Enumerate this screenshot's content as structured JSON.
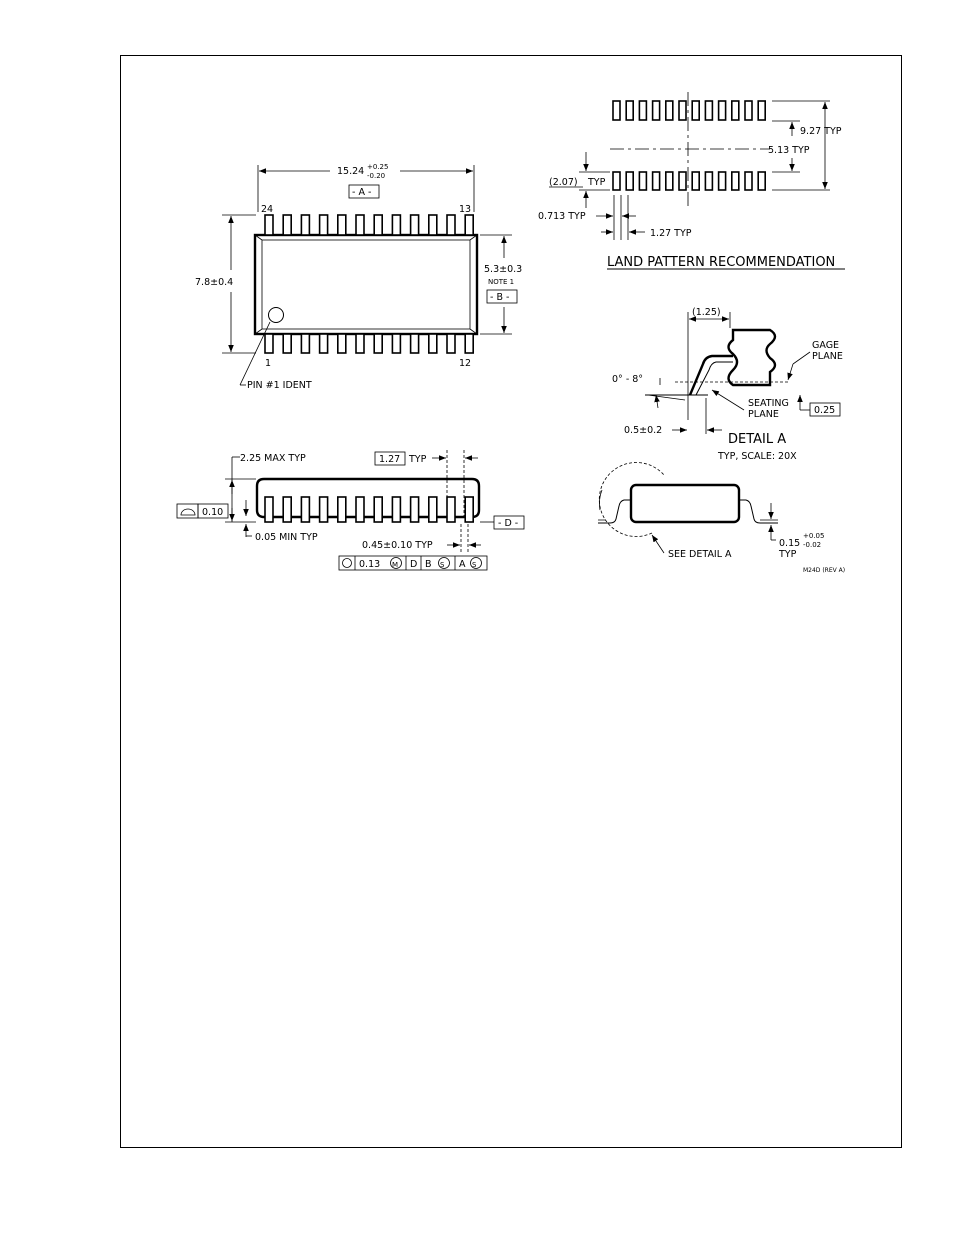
{
  "top_view": {
    "body_length": "15.24",
    "body_length_tol_plus": "+0.25",
    "body_length_tol_minus": "-0.20",
    "datum_a": "- A -",
    "pin_24": "24",
    "pin_13": "13",
    "pin_1": "1",
    "pin_12": "12",
    "overall_width": "7.8±0.4",
    "body_width": "5.3±0.3",
    "note": "NOTE 1",
    "datum_b": "- B -",
    "pin1_ident": "PIN #1 IDENT"
  },
  "side_view": {
    "max_height": "2.25 MAX TYP",
    "pitch_box": "1.27",
    "pitch_typ": "TYP",
    "coplanarity_value": "0.10",
    "standoff": "0.05 MIN TYP",
    "datum_d": "- D -",
    "lead_width": "0.45±0.10 TYP",
    "fcf_tolerance": "0.13",
    "fcf_modifier": "M",
    "fcf_datum_d": "D",
    "fcf_datum_b": "B",
    "fcf_modifier_s1": "S",
    "fcf_datum_a": "A",
    "fcf_modifier_s2": "S"
  },
  "land_pattern": {
    "pad_span": "9.27 TYP",
    "pad_gap": "5.13 TYP",
    "pad_length": "(2.07)",
    "pad_length_typ": "TYP",
    "pad_width": "0.713 TYP",
    "pad_pitch": "1.27 TYP",
    "title": "LAND PATTERN RECOMMENDATION"
  },
  "detail_a": {
    "foot_length_ref": "(1.25)",
    "gage_plane_1": "GAGE",
    "gage_plane_2": "PLANE",
    "angle": "0° - 8°",
    "seating_plane_1": "SEATING",
    "seating_plane_2": "PLANE",
    "gage_value": "0.25",
    "foot_length": "0.5±0.2",
    "title": "DETAIL A",
    "subtitle": "TYP, SCALE: 20X"
  },
  "end_view": {
    "see_detail": "SEE DETAIL A",
    "thickness": "0.15",
    "thickness_tol_plus": "+0.05",
    "thickness_tol_minus": "-0.02",
    "thickness_typ": "TYP",
    "drawing_id": "M24D (REV A)"
  }
}
